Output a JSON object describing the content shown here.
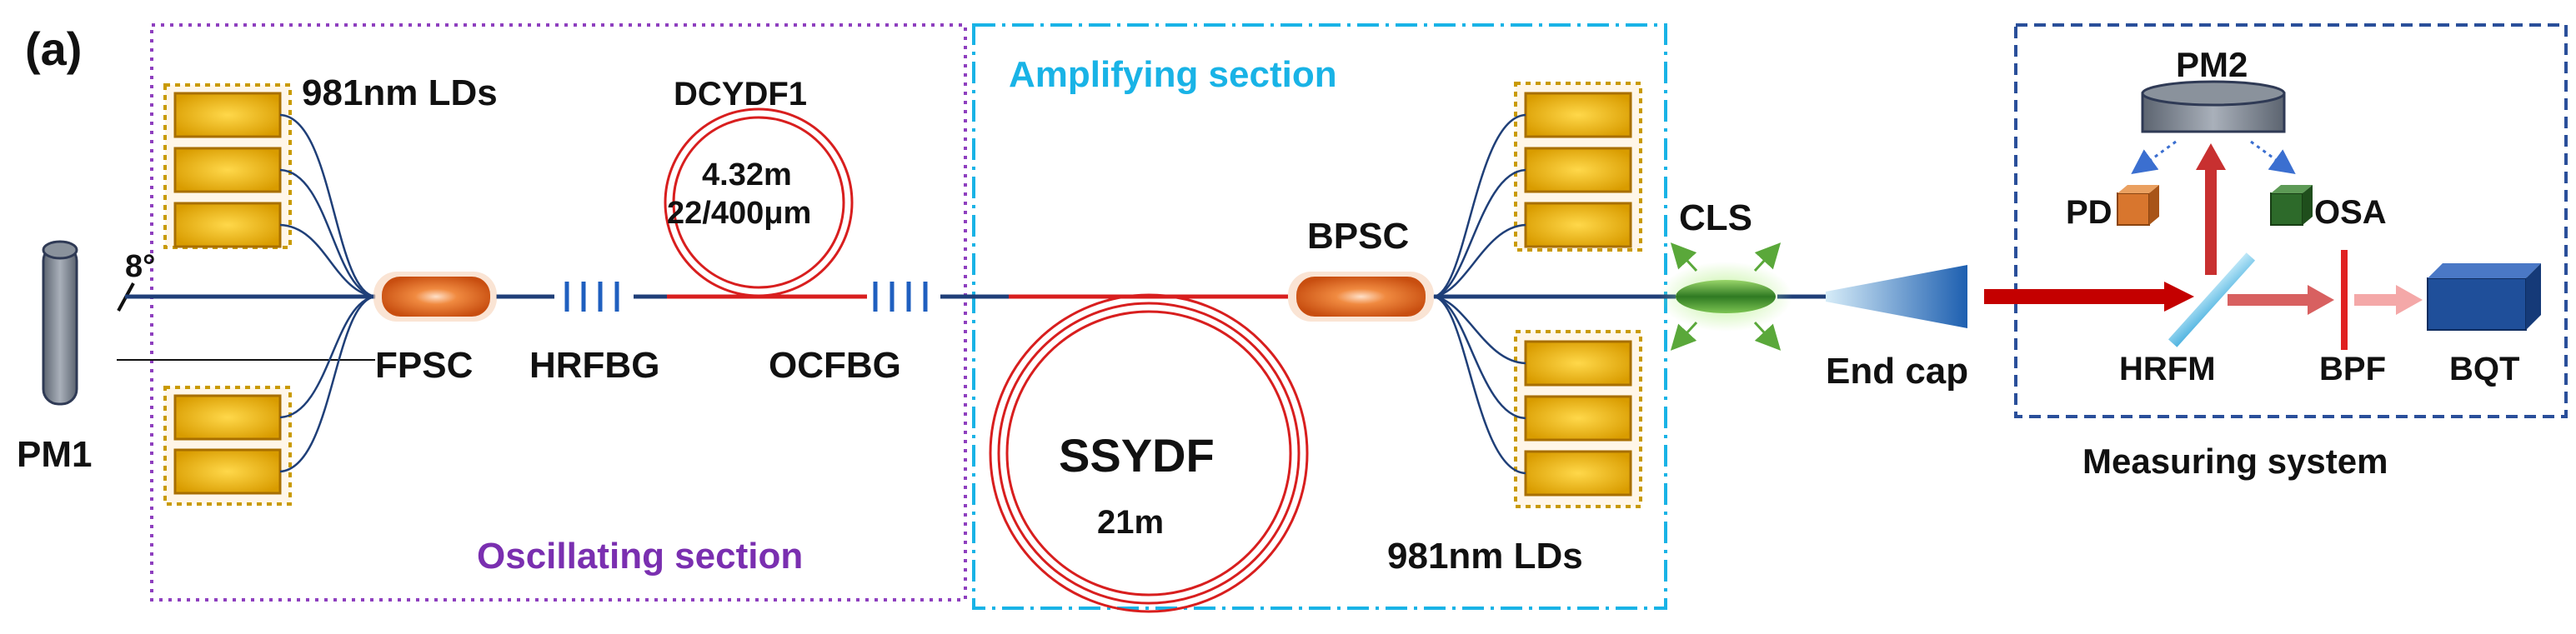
{
  "panel_label": "(a)",
  "sections": {
    "oscillating": "Oscillating section",
    "amplifying": "Amplifying section",
    "measuring": "Measuring system"
  },
  "labels": {
    "lds_top": "981nm LDs",
    "lds_bottom": "981nm LDs",
    "dcydf1_name": "DCYDF1",
    "dcydf1_length": "4.32m",
    "dcydf1_spec": "22/400μm",
    "angle": "8°",
    "pm1": "PM1",
    "fpsc": "FPSC",
    "hrfbg": "HRFBG",
    "ocfbg": "OCFBG",
    "ssydf_name": "SSYDF",
    "ssydf_length": "21m",
    "bpsc": "BPSC",
    "cls": "CLS",
    "end_cap": "End cap",
    "pm2": "PM2",
    "pd": "PD",
    "osa": "OSA",
    "hrfm": "HRFM",
    "bpf": "BPF",
    "bqt": "BQT"
  },
  "colors": {
    "oscillating_border": "#8e3fbf",
    "oscillating_text": "#7a2fb0",
    "amplifying_border": "#19b3e6",
    "amplifying_text": "#19b3e6",
    "measuring_border": "#2a4f9a",
    "fiber": "#1f3f78",
    "active_fiber": "#d81e1e",
    "grating": "#1f5fbf",
    "combiner": "#e06a20",
    "ld": "#e8b400",
    "beam": "#c40000",
    "cls": "#5aa83a",
    "bqt": "#1f4f9a"
  }
}
